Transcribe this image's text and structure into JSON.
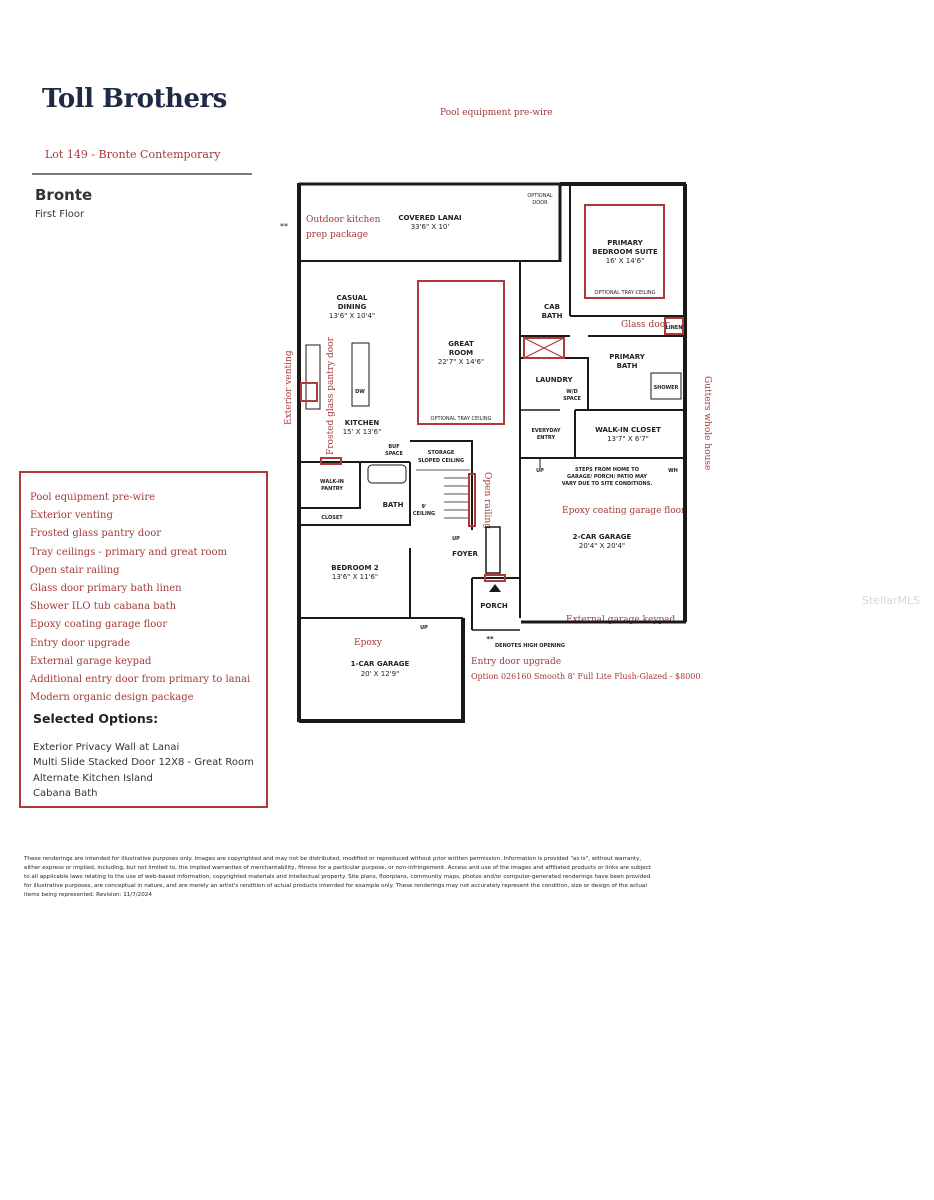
{
  "header": {
    "brand": "Toll Brothers",
    "lot": "Lot 149 - Bronte Contemporary",
    "plan_name": "Bronte",
    "floor": "First Floor"
  },
  "annotations": {
    "pool_prewire": "Pool equipment pre-wire",
    "outdoor_kitchen": "Outdoor kitchen",
    "prep_package": "prep package",
    "exterior_venting": "Exterior venting",
    "frosted_glass": "Frosted glass pantry door",
    "open_railing": "Open railing",
    "glass_door": "Glass door",
    "gutters": "Gutters whole house",
    "epoxy_garage": "Epoxy coating garage floor",
    "external_keypad": "External garage keypad",
    "epoxy": "Epoxy",
    "entry_door": "Entry door upgrade",
    "entry_option": "Option 026160 Smooth 8' Full Lite Flush-Glazed - $8000"
  },
  "rooms": {
    "covered_lanai": "COVERED LANAI",
    "covered_lanai_dim": "33'6\" X 10'",
    "primary_suite_1": "PRIMARY",
    "primary_suite_2": "BEDROOM SUITE",
    "primary_suite_dim": "16' X 14'6\"",
    "optional_tray_1": "OPTIONAL TRAY CEILING",
    "casual_dining_1": "CASUAL",
    "casual_dining_2": "DINING",
    "casual_dining_dim": "13'6\" X 10'4\"",
    "great_room_1": "GREAT",
    "great_room_2": "ROOM",
    "great_room_dim": "22'7\" X 14'6\"",
    "optional_tray_2": "OPTIONAL TRAY CEILING",
    "cab_bath_1": "CAB",
    "cab_bath_2": "BATH",
    "linen": "LINEN",
    "primary_bath_1": "PRIMARY",
    "primary_bath_2": "BATH",
    "shower": "SHOWER",
    "laundry": "LAUNDRY",
    "wd_space_1": "W/D",
    "wd_space_2": "SPACE",
    "optional_door_1": "OPTIONAL",
    "optional_door_2": "DOOR",
    "dw": "DW",
    "kitchen": "KITCHEN",
    "kitchen_dim": "15' X 13'6\"",
    "buf_space_1": "BUF",
    "buf_space_2": "SPACE",
    "storage_1": "STORAGE",
    "storage_2": "SLOPED CEILING",
    "everyday_entry_1": "EVERYDAY",
    "everyday_entry_2": "ENTRY",
    "walkin_closet": "WALK-IN CLOSET",
    "walkin_closet_dim": "13'7\" X 6'7\"",
    "walkin_pantry_1": "WALK-IN",
    "walkin_pantry_2": "PANTRY",
    "wh": "WH",
    "steps_1": "STEPS FROM HOME TO",
    "steps_2": "GARAGE/ PORCH/ PATIO MAY",
    "steps_3": "VARY DUE TO SITE CONDITIONS.",
    "bath": "BATH",
    "ceiling_1": "9'",
    "ceiling_2": "CEILING",
    "closet": "CLOSET",
    "up1": "UP",
    "up2": "UP",
    "up3": "UP",
    "foyer": "FOYER",
    "garage2": "2-CAR GARAGE",
    "garage2_dim": "20'4\" X 20'4\"",
    "bedroom2": "BEDROOM 2",
    "bedroom2_dim": "13'6\" X 11'6\"",
    "porch": "PORCH",
    "denotes": "DENOTES HIGH OPENING",
    "star": "**",
    "garage1": "1-CAR GARAGE",
    "garage1_dim": "20' X 12'9\""
  },
  "options_box": {
    "items": [
      "Pool equipment pre-wire",
      "Exterior venting",
      "Frosted glass pantry door",
      "Tray ceilings - primary and great room",
      "Open stair railing",
      "Glass door primary bath linen",
      "Shower ILO tub cabana bath",
      "Epoxy coating garage floor",
      "Entry door upgrade",
      "External garage keypad",
      "Additional entry door from primary to lanai",
      "Modern organic design package"
    ],
    "selected_title": "Selected Options:",
    "selected": [
      "Exterior Privacy Wall at Lanai",
      "Multi Slide Stacked Door 12X8 - Great Room",
      "Alternate Kitchen Island",
      "Cabana Bath"
    ]
  },
  "disclaimer": "These renderings are intended for illustrative purposes only. Images are copyrighted and may not be distributed, modified or reproduced without prior written permission. Information is provided \"as is\", without warranty, either express or implied, including, but not limited to, the implied warranties of merchantability, fitness for a particular purpose, or non-infringement. Access and use of the images and affiliated products or links are subject to all applicable laws relating to the use of web-based information, copyrighted materials and intellectual property. Site plans, floorplans, community maps, photos and/or computer-generated renderings have been provided for illustrative purposes, are conceptual in nature, and are merely an artist's rendition of actual products intended for example only. These renderings may not accurately represent the condition, size or design of the actual items being represented. Revision: 11/7/2024",
  "watermark": "StellarMLS",
  "colors": {
    "brand": "#1f2a44",
    "annotation_red": "#a33a3a",
    "wall": "#1a1a1a"
  }
}
